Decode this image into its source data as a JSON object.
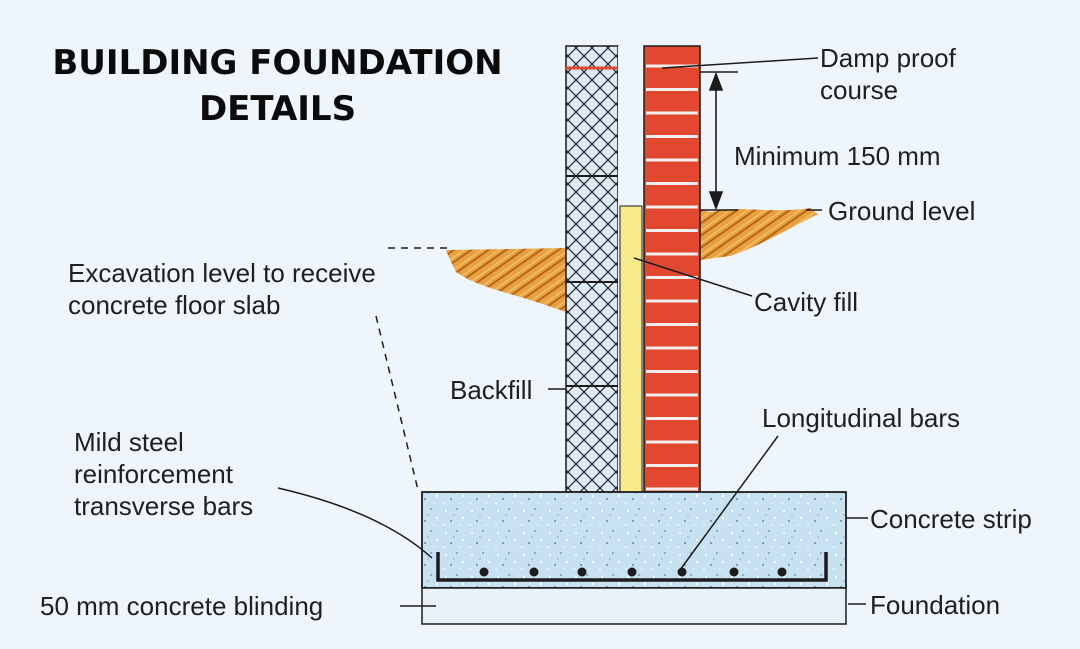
{
  "title": {
    "line1": "BUILDING FOUNDATION",
    "line2": "DETAILS"
  },
  "labels": {
    "damp_proof_course": {
      "line1": "Damp proof",
      "line2": "course"
    },
    "minimum_height": "Minimum 150 mm",
    "ground_level": "Ground level",
    "excavation_level": {
      "line1": "Excavation level to receive",
      "line2": "concrete floor slab"
    },
    "cavity_fill": "Cavity fill",
    "backfill": "Backfill",
    "longitudinal_bars": "Longitudinal bars",
    "mild_steel": {
      "line1": "Mild steel",
      "line2": "reinforcement",
      "line3": "transverse bars"
    },
    "concrete_strip": "Concrete strip",
    "blinding": "50 mm concrete blinding",
    "foundation": "Foundation"
  },
  "colors": {
    "background": "#eef5fb",
    "brick": "#e2472f",
    "mortar": "#f4eded",
    "blockwork": "#dfeaf7",
    "cavity_fill": "#f7ea8a",
    "concrete": "#c6e0ef",
    "blinding": "#e8f1f8",
    "soil": "#e49a3a",
    "line": "#1c1c1c"
  }
}
